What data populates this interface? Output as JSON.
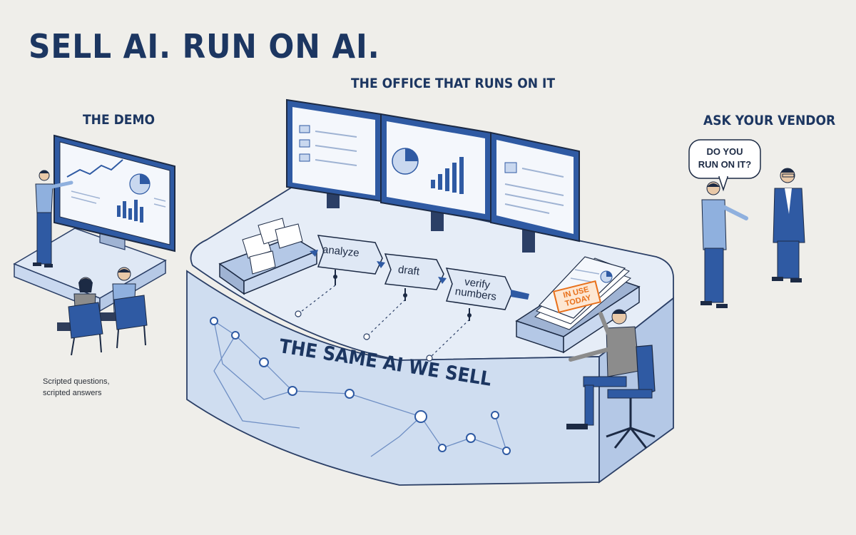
{
  "title": "SELL AI. RUN ON AI.",
  "sections": {
    "demo": {
      "heading": "THE DEMO",
      "caption_line1": "Scripted questions,",
      "caption_line2": "scripted answers"
    },
    "office": {
      "heading": "THE OFFICE THAT RUNS ON IT",
      "steps": [
        "analyze",
        "draft",
        "verify",
        "numbers"
      ],
      "stamp_line1": "IN USE",
      "stamp_line2": "TODAY",
      "counter_label": "THE SAME AI WE SELL"
    },
    "vendor": {
      "heading": "ASK YOUR VENDOR",
      "bubble_line1": "DO YOU",
      "bubble_line2": "RUN ON IT?"
    }
  },
  "colors": {
    "navy": "#1c3661",
    "blue": "#2f5aa3",
    "light_blue": "#c9d8ef",
    "pale_blue": "#dfe8f5",
    "background": "#efeeea",
    "accent_orange": "#e8701b"
  }
}
